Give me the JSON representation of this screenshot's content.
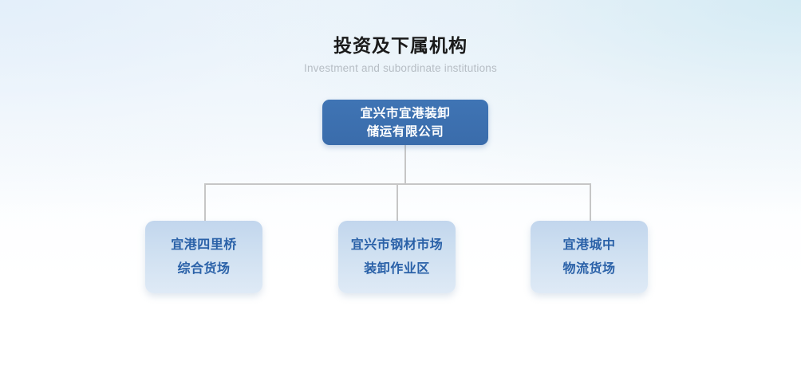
{
  "header": {
    "title": "投资及下属机构",
    "subtitle": "Investment and subordinate institutions"
  },
  "colors": {
    "root_node_fill": "#3a6fb0",
    "child_node_fill_top": "#c2d6ed",
    "child_node_fill_bottom": "#dfeaf6",
    "child_text": "#2a61a8",
    "root_text": "#ffffff",
    "connector_line": "#c6c6c6",
    "title_text": "#1a1a1a",
    "subtitle_text": "#b6bdc4",
    "background_top": "#eaf3fa",
    "background_bottom": "#ffffff"
  },
  "chart": {
    "root": {
      "line1": "宜兴市宜港装卸",
      "line2": "储运有限公司"
    },
    "children": [
      {
        "line1": "宜港四里桥",
        "line2": "综合货场"
      },
      {
        "line1": "宜兴市钢材市场",
        "line2": "装卸作业区"
      },
      {
        "line1": "宜港城中",
        "line2": "物流货场"
      }
    ]
  }
}
